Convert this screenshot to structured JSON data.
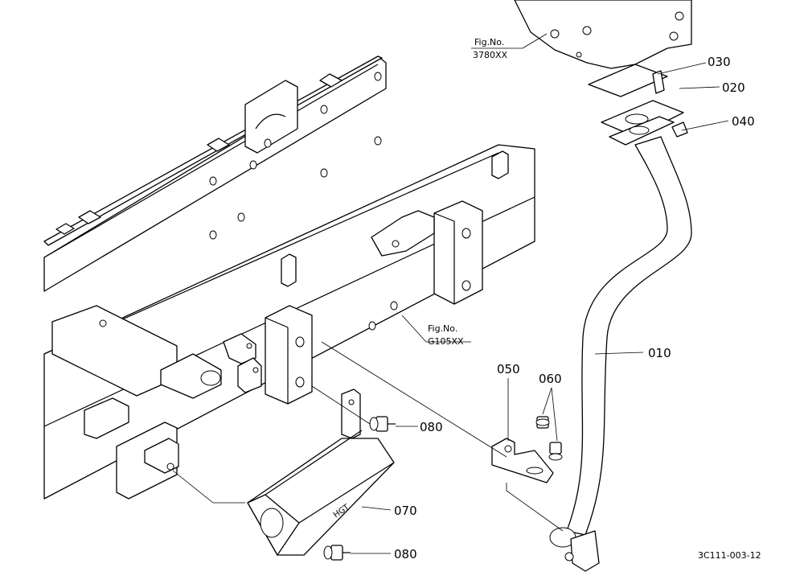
{
  "callouts": {
    "p010": "010",
    "p020": "020",
    "p030": "030",
    "p040": "040",
    "p050": "050",
    "p060": "060",
    "p070": "070",
    "p080a": "080",
    "p080b": "080"
  },
  "references": {
    "fig_engine_label": "Fig.No.",
    "fig_engine_no": "3780XX",
    "fig_frame_label": "Fig.No.",
    "fig_frame_no": "G105XX"
  },
  "drawing_code": "3C111-003-12",
  "muffler_emblem": "HGT"
}
